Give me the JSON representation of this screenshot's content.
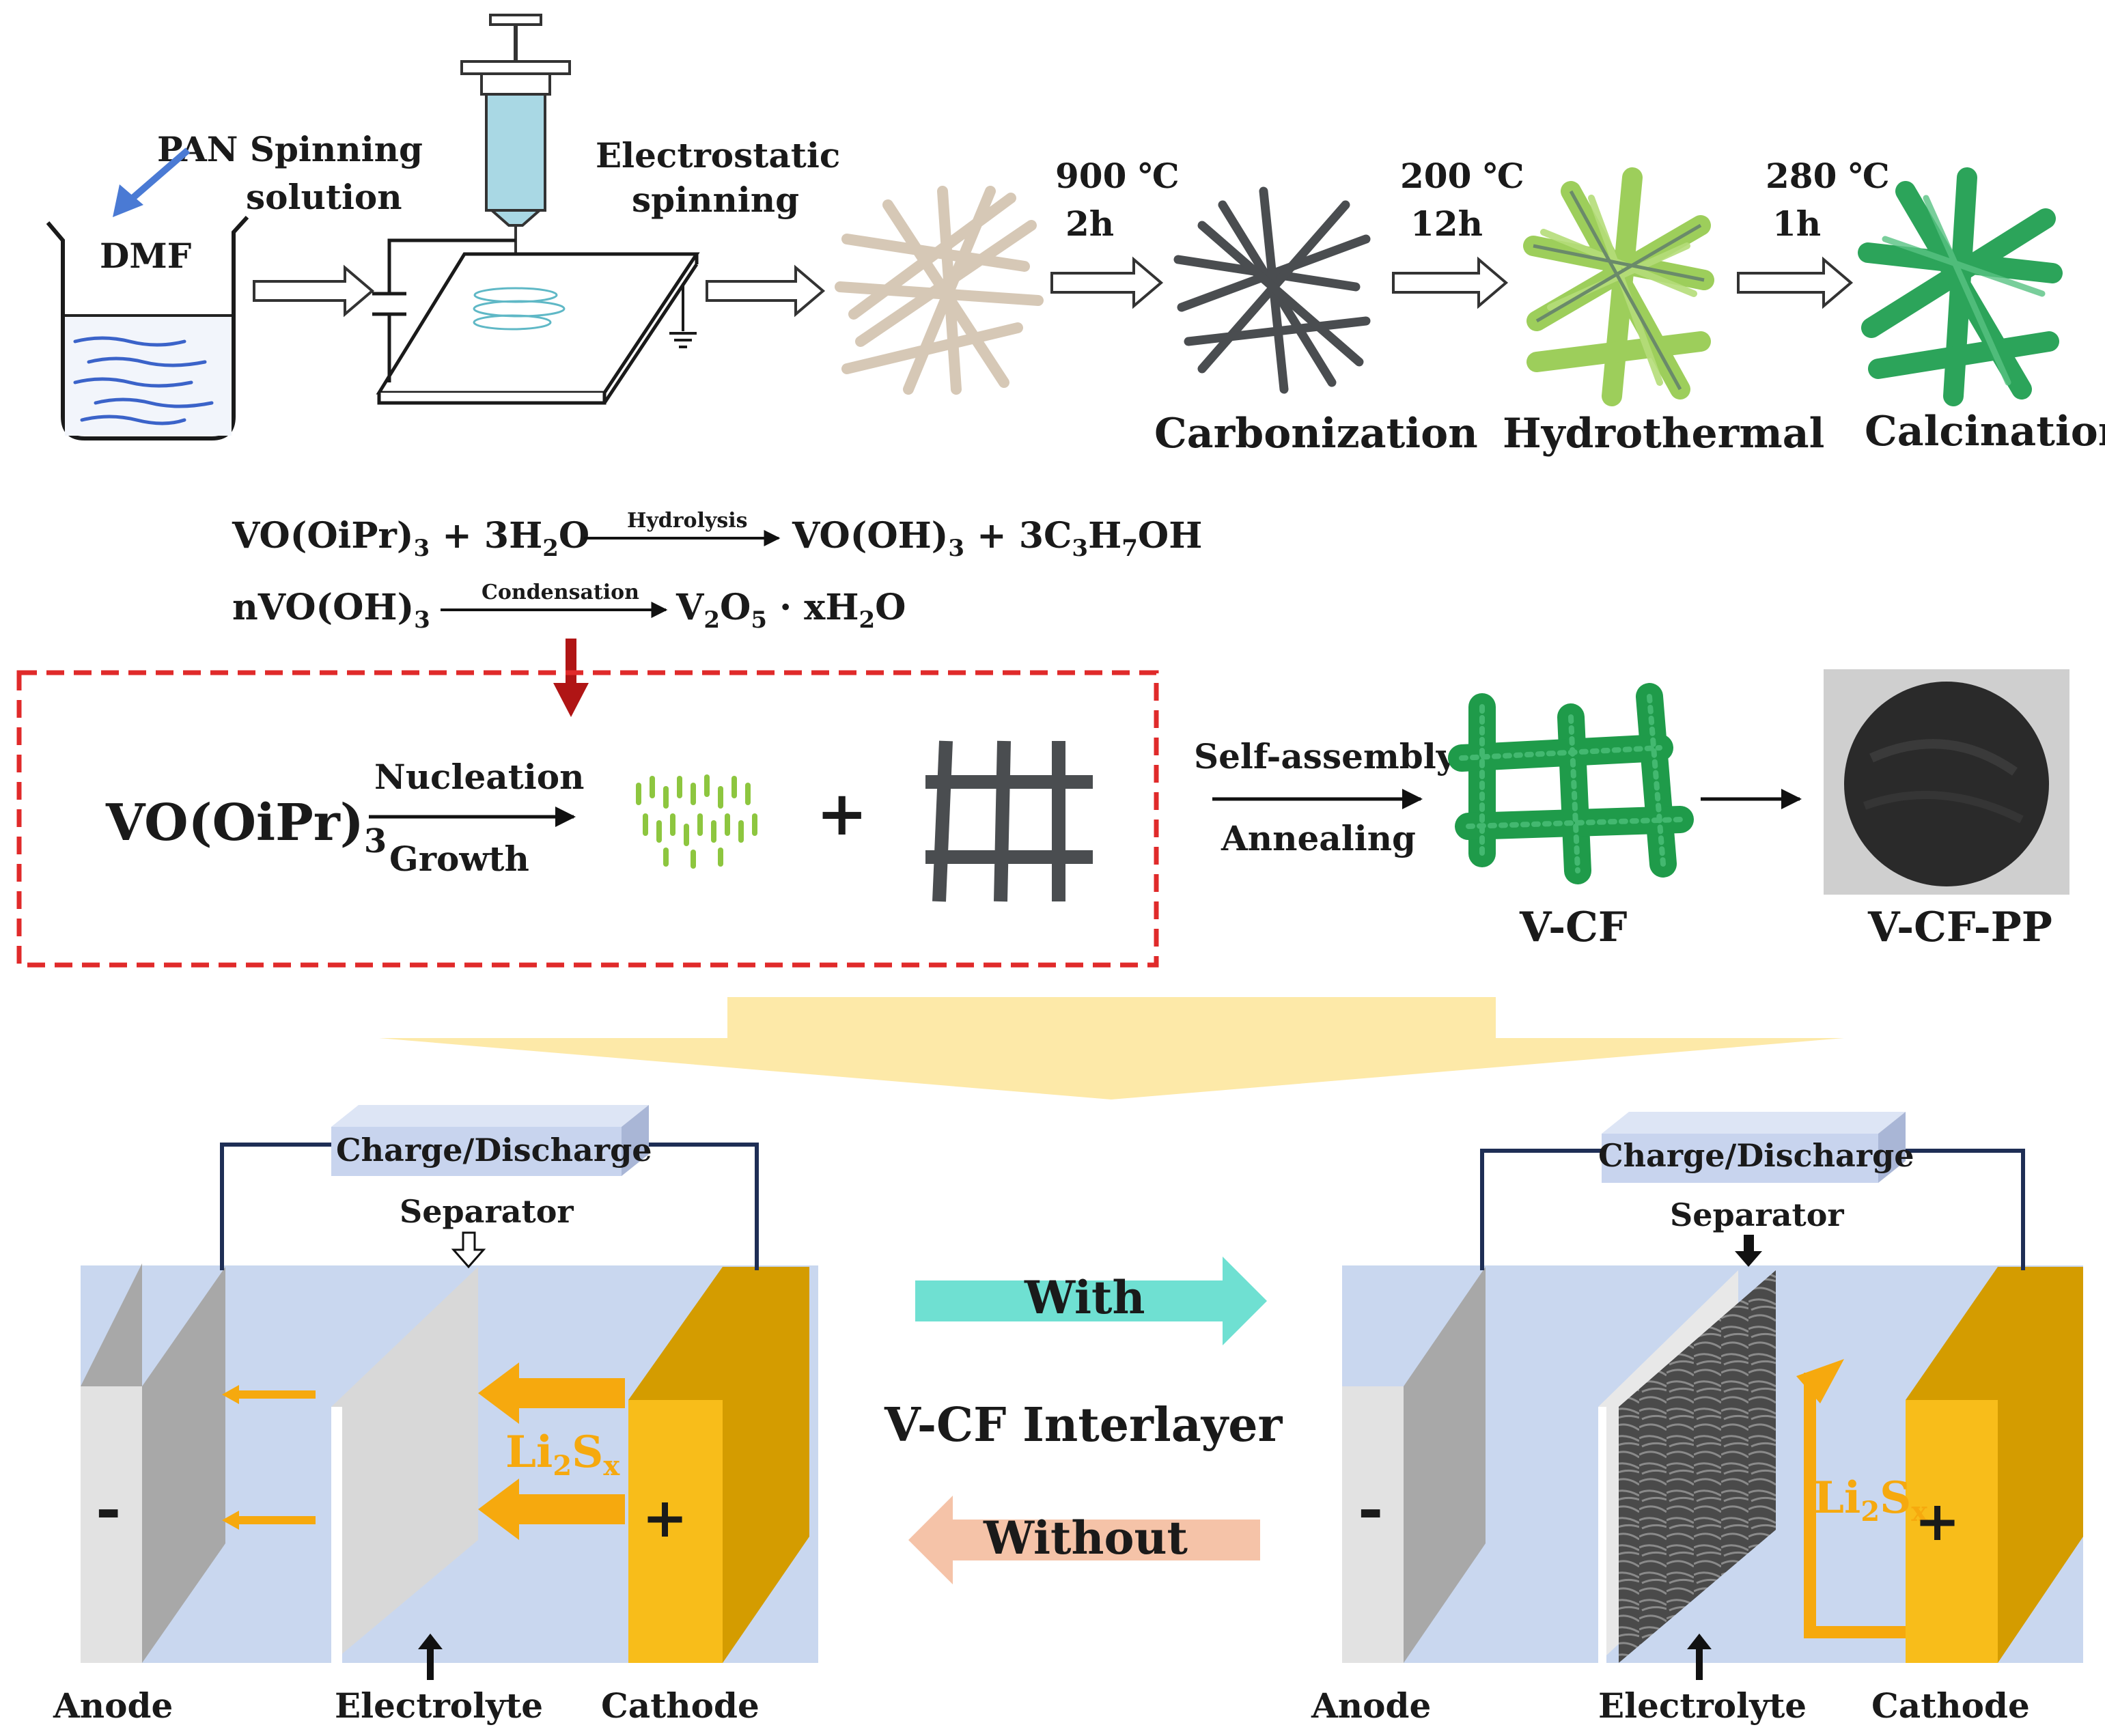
{
  "colors": {
    "beaker_liquid": "#3b63c9",
    "pan_arrow": "#4a7ad4",
    "syringe_fluid": "#a9d8e4",
    "pan_fiber": "#d6c8b6",
    "carbon_fiber": "#4a4d50",
    "hydro_green": "#8dc63f",
    "calc_green": "#2ca45a",
    "dashed_red": "#e02a2a",
    "down_arrow_red": "#b01515",
    "nuclei_green": "#8dc63f",
    "vcf_green": "#1f9b4a",
    "pp_disc": "#2a2a2a",
    "pp_bg": "#cfcfcf",
    "funnel_yellow": "#fde9a8",
    "cell_bg": "#c9d7ef",
    "box_blue": "#c8d4ee",
    "wire": "#1e2e55",
    "anode_front": "#e2e2e2",
    "anode_side": "#a8a8a8",
    "cathode_front": "#f8bd1a",
    "cathode_side": "#d49c00",
    "lis_orange": "#f6a90e",
    "with_teal": "#6fe0d2",
    "without_salmon": "#f5c3a8"
  },
  "icons": [
    "beaker-icon",
    "syringe-icon",
    "collector-plate-icon",
    "ground-icon",
    "capacitor-icon",
    "fiber-mesh-icon",
    "grid-icon",
    "disc-icon",
    "arrow-icon"
  ],
  "top_row": {
    "pan_label_line1": "PAN Spinning",
    "pan_label_line2": "solution",
    "dmf_label": "DMF",
    "electro_line1": "Electrostatic",
    "electro_line2": "spinning",
    "step1_temp": "900 ℃",
    "step1_time": "2h",
    "step2_temp": "200 ℃",
    "step2_time": "12h",
    "step3_temp": "280 ℃",
    "step3_time": "1h",
    "carbonization": "Carbonization",
    "hydrothermal": "Hydrothermal",
    "calcination": "Calcination"
  },
  "equations": {
    "eq1_left_a": "VO(OiPr)",
    "eq1_left_sub": "3",
    "eq1_left_b": " + 3H",
    "eq1_left_sub2": "2",
    "eq1_left_c": "O",
    "eq1_arrow_label": "Hydrolysis",
    "eq1_right_a": "VO(OH)",
    "eq1_right_sub": "3",
    "eq1_right_b": " + 3C",
    "eq1_right_sub2": "3",
    "eq1_right_c": "H",
    "eq1_right_sub3": "7",
    "eq1_right_d": "OH",
    "eq2_left_a": "nVO(OH)",
    "eq2_left_sub": "3",
    "eq2_arrow_label": "Condensation",
    "eq2_right_a": "V",
    "eq2_right_sub": "2",
    "eq2_right_b": "O",
    "eq2_right_sub2": "5",
    "eq2_right_c": " · xH",
    "eq2_right_sub3": "2",
    "eq2_right_d": "O"
  },
  "middle": {
    "precursor_a": "VO(OiPr)",
    "precursor_sub": "3",
    "nucleation": "Nucleation",
    "growth": "Growth",
    "plus": "+",
    "self_assembly": "Self-assembly",
    "annealing": "Annealing",
    "vcf": "V-CF",
    "vcfpp": "V-CF-PP"
  },
  "bottom": {
    "charge_discharge": "Charge/Discharge",
    "separator": "Separator",
    "lis_main": "Li",
    "lis_sub1": "2",
    "lis_s": "S",
    "lis_sub2": "x",
    "minus": "-",
    "plus": "+",
    "anode": "Anode",
    "electrolyte": "Electrolyte",
    "cathode": "Cathode",
    "with": "With",
    "interlayer": "V-CF Interlayer",
    "without": "Without"
  }
}
